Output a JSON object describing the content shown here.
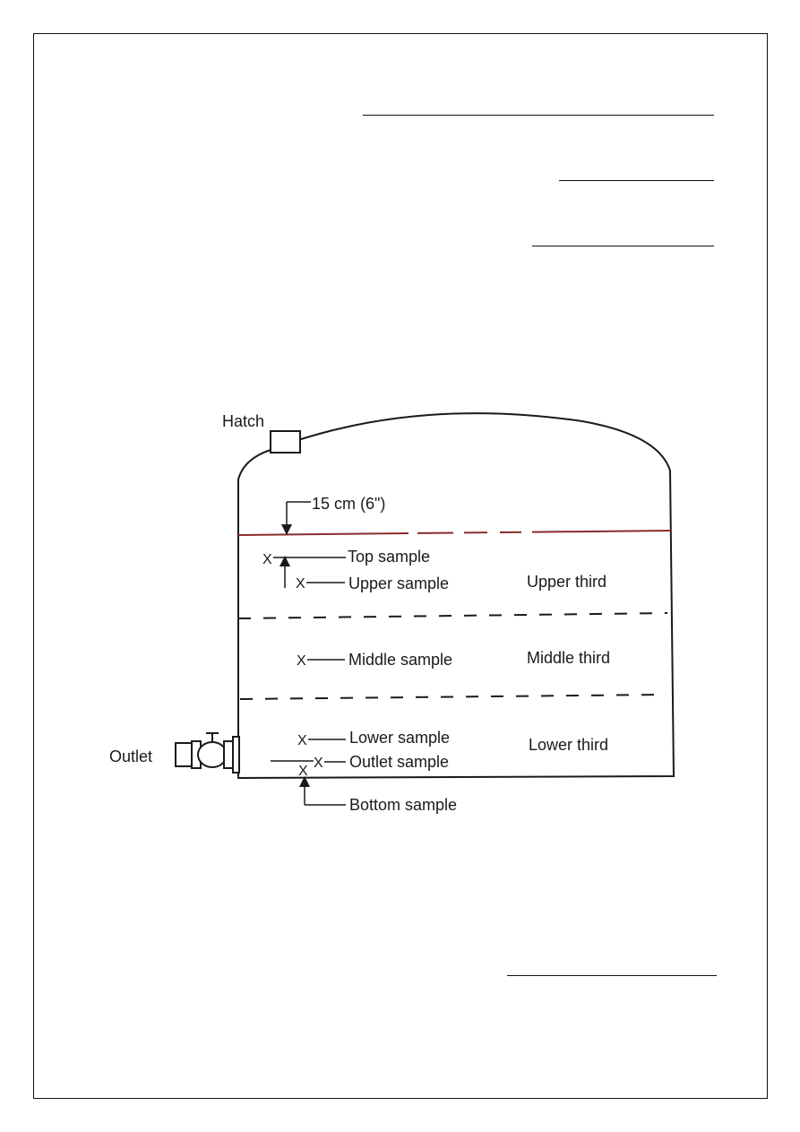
{
  "diagram": {
    "labels": {
      "hatch": "Hatch",
      "clearance": "15 cm (6\")",
      "outlet": "Outlet",
      "top_sample": "Top sample",
      "upper_sample": "Upper sample",
      "middle_sample": "Middle sample",
      "lower_sample": "Lower sample",
      "outlet_sample": "Outlet sample",
      "bottom_sample": "Bottom sample",
      "upper_third": "Upper third",
      "middle_third": "Middle third",
      "lower_third": "Lower third"
    },
    "marker": "X",
    "colors": {
      "ink": "#1a1a1a",
      "level_accent": "#8a2a2a"
    }
  }
}
